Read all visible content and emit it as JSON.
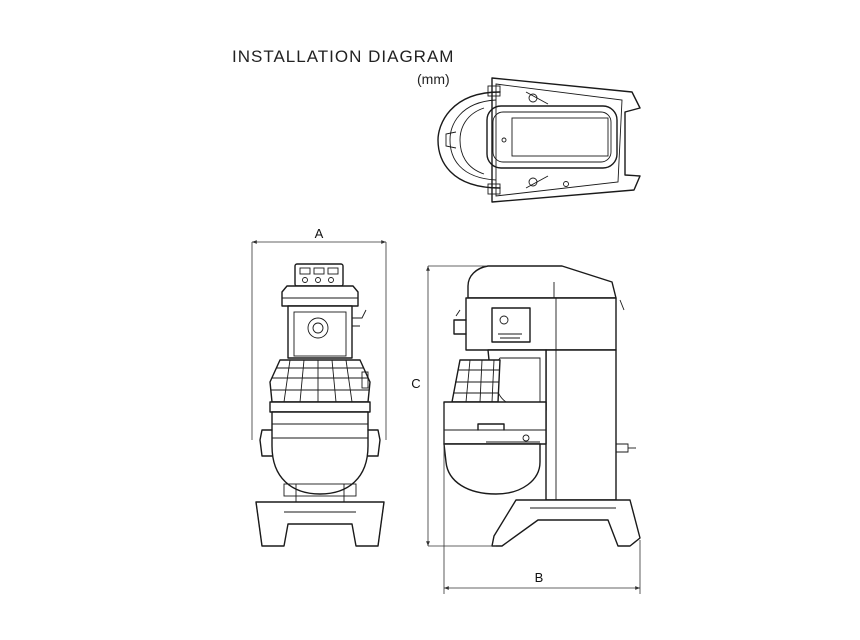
{
  "diagram": {
    "title": "INSTALLATION  DIAGRAM",
    "unit": "(mm)",
    "dimensions": {
      "a": "A",
      "b": "B",
      "c": "C"
    }
  }
}
